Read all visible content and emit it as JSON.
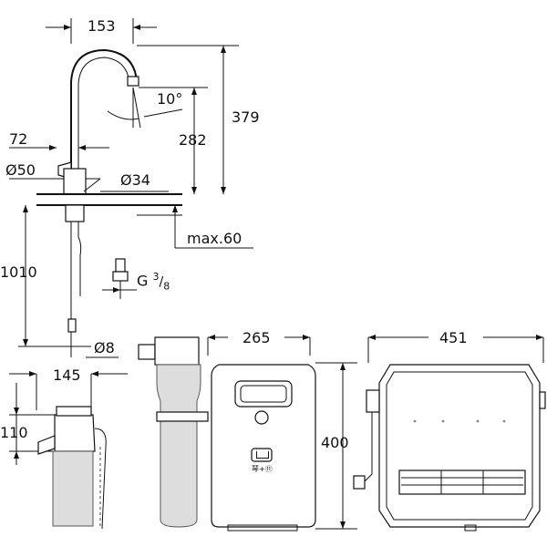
{
  "dimensions": {
    "spout_reach": "153",
    "spout_angle": "10°",
    "total_height": "379",
    "spout_height": "282",
    "base_offset": "72",
    "base_diameter": "Ø50",
    "shank_diameter": "Ø34",
    "counter_thickness": "max.60",
    "hose_length": "1010",
    "thread_prefix": "G",
    "thread_numerator": "3",
    "thread_denominator": "8",
    "hose_diameter": "Ø8",
    "filter_width": "145",
    "filter_height": "110",
    "cooler_depth": "265",
    "cooler_height": "400",
    "cooler_width": "451"
  },
  "labels": {
    "cooler_button": "琴+⑪"
  },
  "icons": {
    "cooler_display": "water-glass-icon"
  }
}
